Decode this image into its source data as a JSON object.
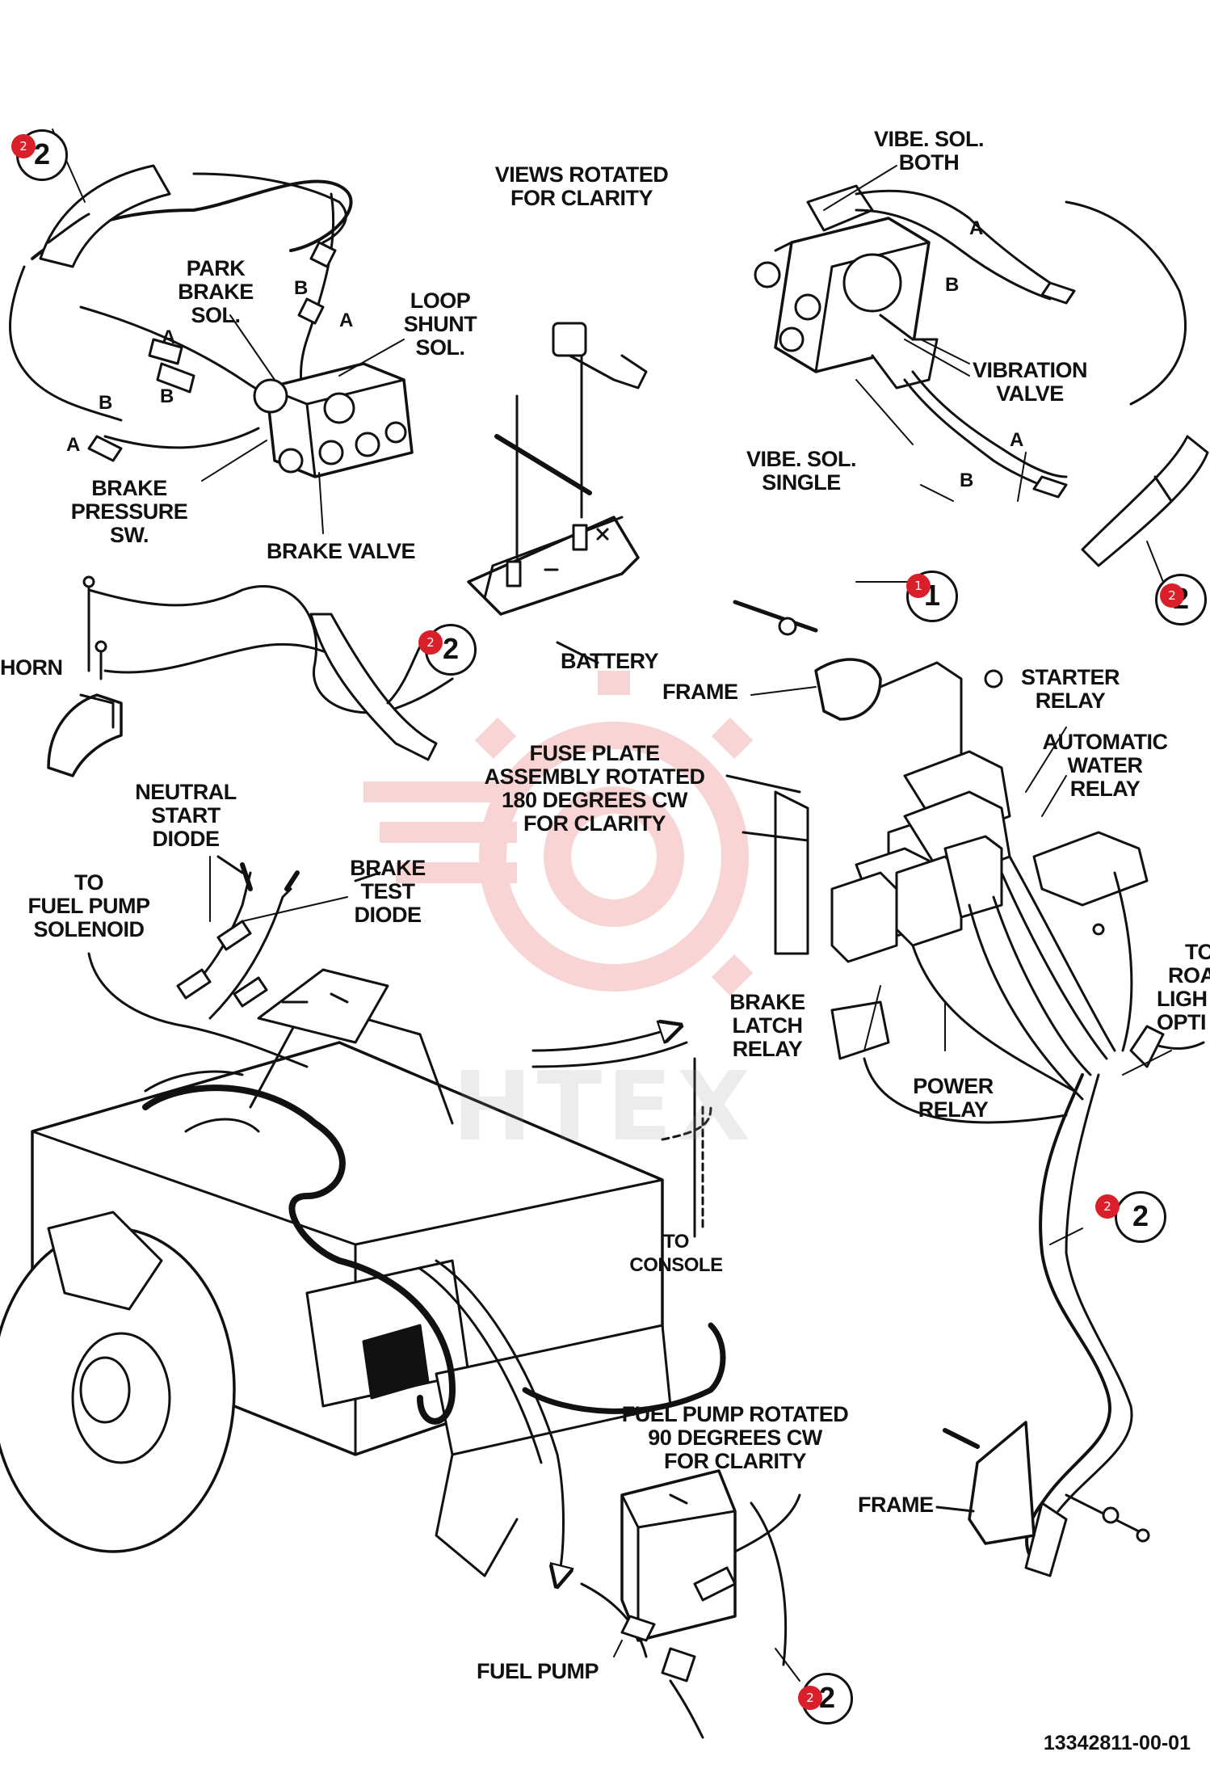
{
  "title": [
    "VIEWS ROTATED",
    "FOR CLARITY"
  ],
  "labels": {
    "park_brake_sol": [
      "PARK",
      "BRAKE",
      "SOL."
    ],
    "loop_shunt_sol": [
      "LOOP",
      "SHUNT",
      "SOL."
    ],
    "brake_pressure_sw": [
      "BRAKE",
      "PRESSURE",
      "SW."
    ],
    "brake_valve": "BRAKE VALVE",
    "battery": "BATTERY",
    "vibe_sol_both": [
      "VIBE. SOL.",
      "BOTH"
    ],
    "vibration_valve": [
      "VIBRATION",
      "VALVE"
    ],
    "vibe_sol_single": [
      "VIBE. SOL.",
      "SINGLE"
    ],
    "horn": "HORN",
    "frame_top": "FRAME",
    "starter_relay": [
      "STARTER",
      "RELAY"
    ],
    "automatic_water_relay": [
      "AUTOMATIC",
      "WATER",
      "RELAY"
    ],
    "fuse_plate": [
      "FUSE PLATE",
      "ASSEMBLY ROTATED",
      "180 DEGREES CW",
      "FOR CLARITY"
    ],
    "neutral_start_diode": [
      "NEUTRAL",
      "START",
      "DIODE"
    ],
    "to_fuel_pump_solenoid": [
      "TO",
      "FUEL PUMP",
      "SOLENOID"
    ],
    "brake_test_diode": [
      "BRAKE",
      "TEST",
      "DIODE"
    ],
    "to_road_light": [
      "TO",
      "ROA",
      "LIGH",
      "OPTI"
    ],
    "brake_latch_relay": [
      "BRAKE",
      "LATCH",
      "RELAY"
    ],
    "power_relay": [
      "POWER",
      "RELAY"
    ],
    "to_console": [
      "TO",
      "CONSOLE"
    ],
    "fuel_pump_rotated": [
      "FUEL PUMP ROTATED",
      "90 DEGREES CW",
      "FOR CLARITY"
    ],
    "frame_bottom": "FRAME",
    "fuel_pump": "FUEL PUMP"
  },
  "pin_labels": {
    "a": "A",
    "b": "B"
  },
  "callouts": [
    {
      "id": "callout-top-left",
      "number": "2",
      "badge": "2"
    },
    {
      "id": "callout-top-right",
      "number": "2",
      "badge": "2"
    },
    {
      "id": "callout-frame",
      "number": "1",
      "badge": "1"
    },
    {
      "id": "callout-horn",
      "number": "2",
      "badge": "2"
    },
    {
      "id": "callout-harness",
      "number": "2",
      "badge": "2"
    },
    {
      "id": "callout-bottom",
      "number": "2",
      "badge": "2"
    }
  ],
  "watermark": "HTEX",
  "doc_number": "13342811-00-01",
  "colors": {
    "ink": "#111111",
    "badge": "#d81f2a",
    "watermark": "#e04040"
  }
}
